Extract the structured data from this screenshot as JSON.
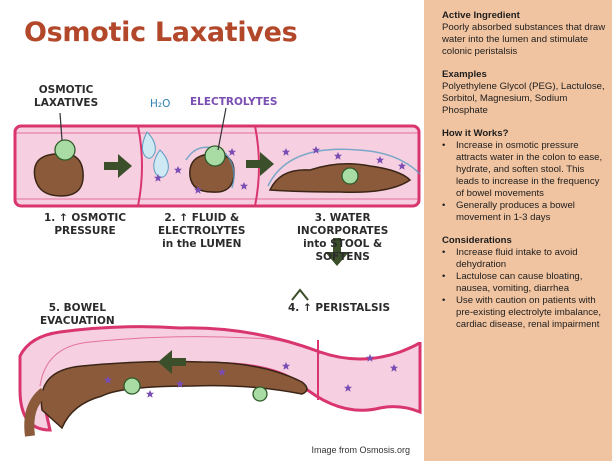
{
  "title": "Osmotic Laxatives",
  "labels": {
    "osmotic_laxatives": [
      "OSMOTIC",
      "LAXATIVES"
    ],
    "h2o": "H₂O",
    "electrolytes": "ELECTROLYTES",
    "step1": [
      "1. ↑ OSMOTIC",
      "PRESSURE"
    ],
    "step2": [
      "2. ↑ FLUID &",
      "ELECTROLYTES",
      "in the LUMEN"
    ],
    "step3": [
      "3. WATER",
      "INCORPORATES",
      "into STOOL &",
      "SOFTENS"
    ],
    "step4": "4. ↑ PERISTALSIS",
    "step5": [
      "5. BOWEL",
      "EVACUATION"
    ]
  },
  "credit": "Image from Osmosis.org",
  "panel": {
    "active_ingredient": {
      "heading": "Active Ingredient",
      "text": "Poorly absorbed substances that draw water into the lumen and stimulate colonic peristalsis"
    },
    "examples": {
      "heading": "Examples",
      "text": "Polyethylene Glycol (PEG), Lactulose, Sorbitol, Magnesium, Sodium Phosphate"
    },
    "how_it_works": {
      "heading": "How it Works?",
      "items": [
        "Increase in osmotic pressure attracts water in the colon to ease, hydrate, and soften stool. This leads to increase in the frequency of bowel movements",
        "Generally produces a bowel movement in 1-3 days"
      ]
    },
    "considerations": {
      "heading": "Considerations",
      "items": [
        "Increase fluid intake to avoid dehydration",
        "Lactulose can cause bloating, nausea, vomiting, diarrhea",
        "Use with caution on patients with pre-existing electrolyte imbalance, cardiac disease, renal impairment"
      ]
    }
  },
  "colors": {
    "title": "#b2472a",
    "panel_bg": "#f1c4a1",
    "intestine_wall": "#d9356e",
    "intestine_fill": "#f6cfe0",
    "stool": "#8a5a3b",
    "arrow": "#3b4f2a",
    "electrolyte": "#7a4db3",
    "water": "#cfe9f4"
  },
  "icons": [
    "arrow-up-icon",
    "star-electrolyte-icon",
    "water-drop-icon",
    "stool-icon",
    "laxative-pill-icon"
  ]
}
